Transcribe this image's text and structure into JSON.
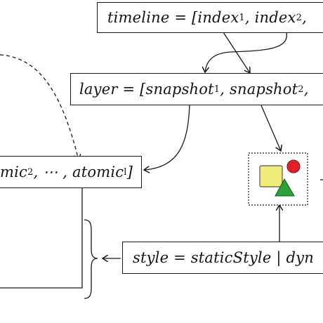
{
  "diagram": {
    "timeline_box": {
      "prefix": "timeline = [index",
      "sub1": "1",
      "mid": ", index",
      "sub2": "2",
      "suffix": ","
    },
    "layer_box": {
      "prefix": "layer = [snapshot",
      "sub1": "1",
      "mid": ", snapshot",
      "sub2": "2",
      "suffix": ","
    },
    "atomic_box": {
      "prefix": "mic",
      "sub1": "2",
      "mid": ", ⋯ , atomic",
      "sub2": "l",
      "suffix": "]"
    },
    "style_box": {
      "text": "style = staticStyle | dyn"
    },
    "colors": {
      "line": "#1a1a1a",
      "square_fill": "#f0ec7a",
      "circle_fill": "#e0202a",
      "triangle_fill": "#2aa238"
    },
    "icons": {
      "shapes_group": "shapes-icon"
    }
  }
}
